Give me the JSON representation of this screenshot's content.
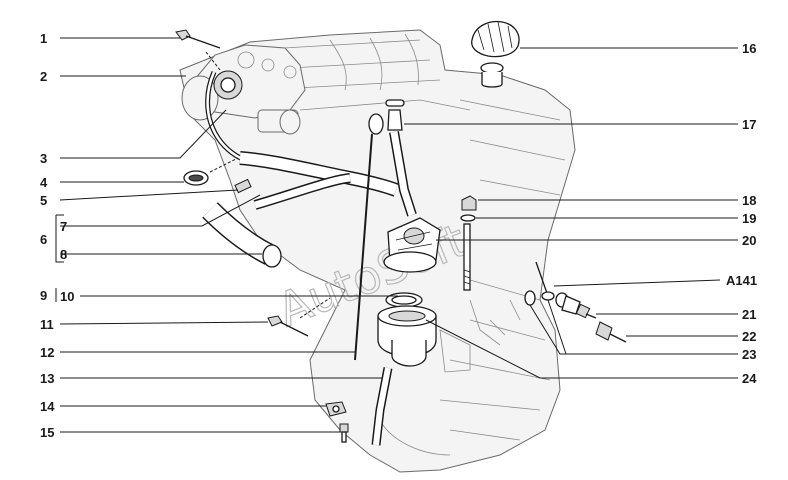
{
  "watermark": "AutoSoft",
  "callouts_left": [
    "1",
    "2",
    "3",
    "4",
    "5",
    "6",
    "7",
    "8",
    "9",
    "10",
    "11",
    "12",
    "13",
    "14",
    "15"
  ],
  "callouts_right": [
    "16",
    "17",
    "18",
    "19",
    "20",
    "A141",
    "21",
    "22",
    "23",
    "24"
  ]
}
